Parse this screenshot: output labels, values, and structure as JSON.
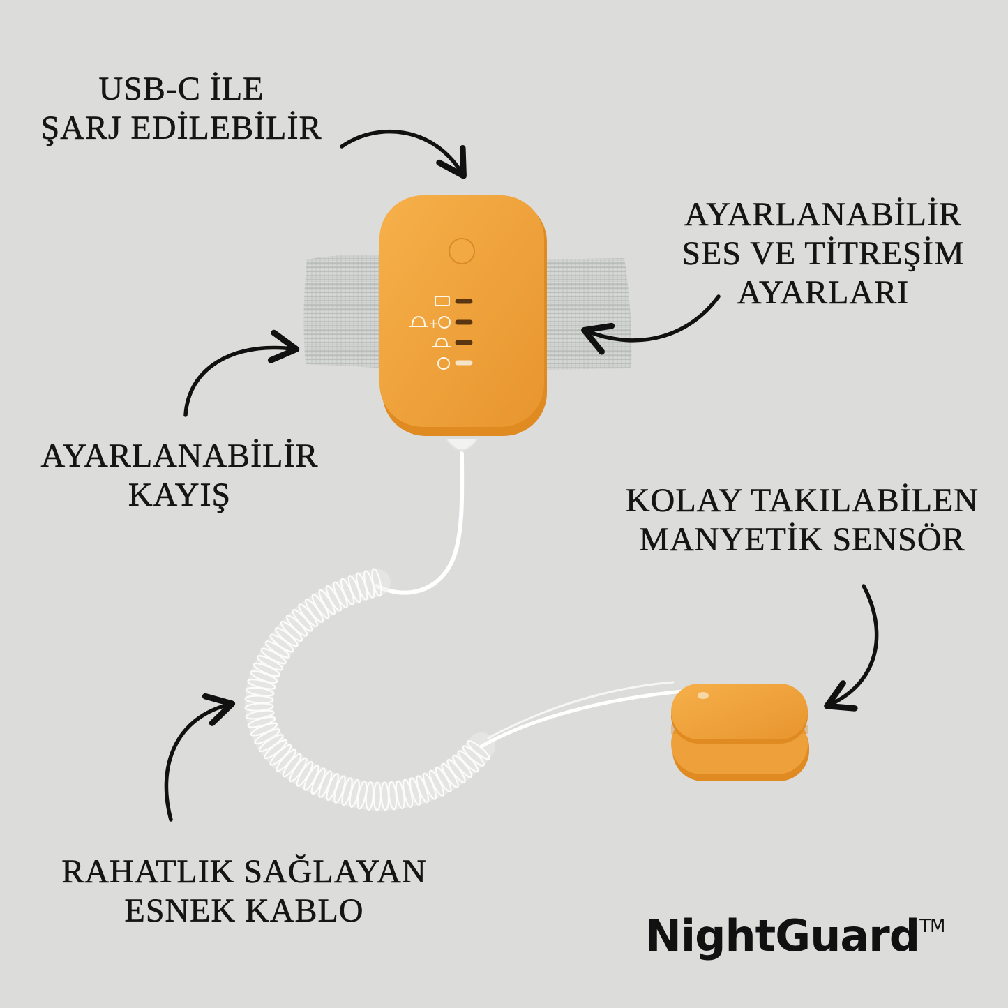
{
  "labels": {
    "usbc": [
      "USB-C İLE",
      "ŞARJ EDİLEBİLİR"
    ],
    "sound": [
      "AYARLANABİLİR",
      "SES VE TİTREŞİM",
      "AYARLARI"
    ],
    "strap": [
      "AYARLANABİLİR",
      "KAYIŞ"
    ],
    "sensor": [
      "KOLAY TAKILABİLEN",
      "MANYETİK SENSÖR"
    ],
    "cable": [
      "RAHATLIK SAĞLAYAN",
      "ESNEK KABLO"
    ]
  },
  "brand": {
    "name": "NightGuard",
    "mark": "TM"
  },
  "colors": {
    "background": "#dcdcda",
    "device_orange": "#f0a33c",
    "strap_gray": "#c9ccc9",
    "text": "#151515"
  },
  "device": {
    "indicator_icons": [
      "battery-icon",
      "bell-plus-vibration-icon",
      "bell-icon",
      "vibration-icon"
    ]
  }
}
